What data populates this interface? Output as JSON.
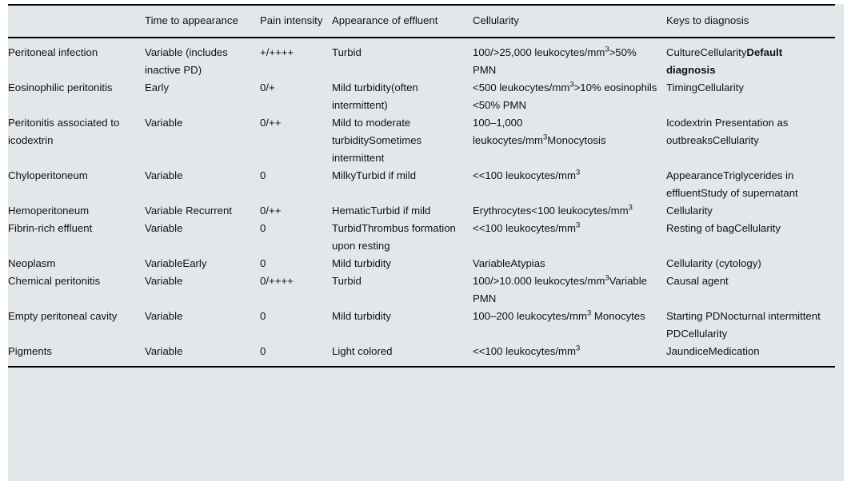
{
  "table": {
    "columns": [
      {
        "key": "condition",
        "label": ""
      },
      {
        "key": "time",
        "label": "Time to appearance"
      },
      {
        "key": "pain",
        "label": "Pain intensity"
      },
      {
        "key": "appearance",
        "label": "Appearance of effluent"
      },
      {
        "key": "cellularity",
        "label": "Cellularity"
      },
      {
        "key": "keys",
        "label": "Keys to diagnosis"
      }
    ],
    "rows": [
      {
        "condition": "Peritoneal infection",
        "time": "Variable (includes inactive PD)",
        "pain": "+/++++",
        "appearance": "Turbid",
        "cellularity_pre": "100/>25,000 leukocytes/mm",
        "cellularity_sup": "3",
        "cellularity_post": ">50% PMN",
        "keys_plain": "CultureCellularity",
        "keys_bold": "Default diagnosis"
      },
      {
        "condition": "Eosinophilic peritonitis",
        "time": "Early",
        "pain": "0/+",
        "appearance": "Mild turbidity(often intermittent)",
        "cellularity_pre": "<500 leukocytes/mm",
        "cellularity_sup": "3",
        "cellularity_post": ">10% eosinophils <50% PMN",
        "keys_plain": "TimingCellularity",
        "keys_bold": ""
      },
      {
        "condition": "Peritonitis associated to icodextrin",
        "time": "Variable",
        "pain": "0/++",
        "appearance": "Mild to moderate turbiditySometimes intermittent",
        "cellularity_pre": "100–1,000 leukocytes/mm",
        "cellularity_sup": "3",
        "cellularity_post": "Monocytosis",
        "keys_plain": "Icodextrin Presentation as outbreaksCellularity",
        "keys_bold": ""
      },
      {
        "condition": "Chyloperitoneum",
        "time": "Variable",
        "pain": "0",
        "appearance": "MilkyTurbid if mild",
        "cellularity_pre": "<<100 leukocytes/mm",
        "cellularity_sup": "3",
        "cellularity_post": "",
        "keys_plain": "AppearanceTriglycerides in effluentStudy of supernatant",
        "keys_bold": ""
      },
      {
        "condition": "Hemoperitoneum",
        "time": "Variable Recurrent",
        "pain": "0/++",
        "appearance": "HematicTurbid if mild",
        "cellularity_pre": "Erythrocytes<100 leukocytes/mm",
        "cellularity_sup": "3",
        "cellularity_post": "",
        "keys_plain": "Cellularity",
        "keys_bold": ""
      },
      {
        "condition": "Fibrin-rich effluent",
        "time": "Variable",
        "pain": "0",
        "appearance": "TurbidThrombus formation upon resting",
        "cellularity_pre": "<<100 leukocytes/mm",
        "cellularity_sup": "3",
        "cellularity_post": "",
        "keys_plain": "Resting of bagCellularity",
        "keys_bold": ""
      },
      {
        "condition": "Neoplasm",
        "time": "VariableEarly",
        "pain": "0",
        "appearance": "Mild turbidity",
        "cellularity_pre": "VariableAtypias",
        "cellularity_sup": "",
        "cellularity_post": "",
        "keys_plain": "Cellularity (cytology)",
        "keys_bold": ""
      },
      {
        "condition": "Chemical peritonitis",
        "time": "Variable",
        "pain": "0/++++",
        "appearance": "Turbid",
        "cellularity_pre": "100/>10.000 leukocytes/mm",
        "cellularity_sup": "3",
        "cellularity_post": "Variable PMN",
        "keys_plain": "Causal agent",
        "keys_bold": ""
      },
      {
        "condition": "Empty peritoneal cavity",
        "time": "Variable",
        "pain": "0",
        "appearance": "Mild turbidity",
        "cellularity_pre": "100–200 leukocytes/mm",
        "cellularity_sup": "3",
        "cellularity_post": " Monocytes",
        "keys_plain": "Starting PDNocturnal intermittent PDCellularity",
        "keys_bold": ""
      },
      {
        "condition": "Pigments",
        "time": "Variable",
        "pain": "0",
        "appearance": "Light colored",
        "cellularity_pre": "<<100 leukocytes/mm",
        "cellularity_sup": "3",
        "cellularity_post": "",
        "keys_plain": "JaundiceMedication",
        "keys_bold": ""
      }
    ]
  },
  "colors": {
    "background": "#e2e8ea",
    "text": "#111111",
    "rule": "#000000"
  }
}
